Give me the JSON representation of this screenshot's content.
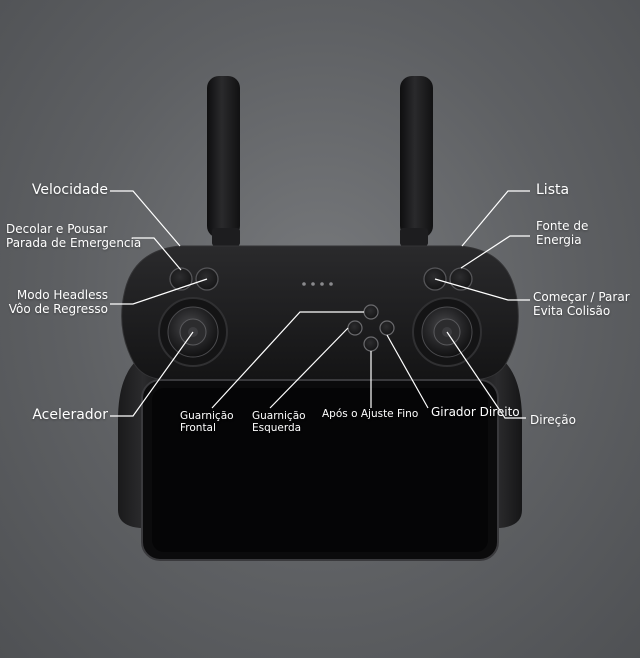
{
  "colors": {
    "background": "#5e6063",
    "controller_body": "#1c1c1e",
    "label_text": "#ffffff",
    "leader_line": "#ffffff"
  },
  "labels": {
    "velocidade": "Velocidade",
    "decolar_line1": "Decolar e Pousar",
    "decolar_line2": "Parada de Emergencia",
    "headless_line1": "Modo Headless",
    "headless_line2": "Vôo de Regresso",
    "acelerador": "Acelerador",
    "guarnicao_frontal_line1": "Guarnição",
    "guarnicao_frontal_line2": "Frontal",
    "guarnicao_esquerda_line1": "Guarnição",
    "guarnicao_esquerda_line2": "Esquerda",
    "ajuste_fino": "Após o Ajuste Fino",
    "girador_direito": "Girador Direito",
    "direcao": "Direção",
    "lista": "Lista",
    "fonte_line1": "Fonte de",
    "fonte_line2": "Energia",
    "comecar_line1": "Começar / Parar",
    "comecar_line2": "Evita Colisão"
  }
}
